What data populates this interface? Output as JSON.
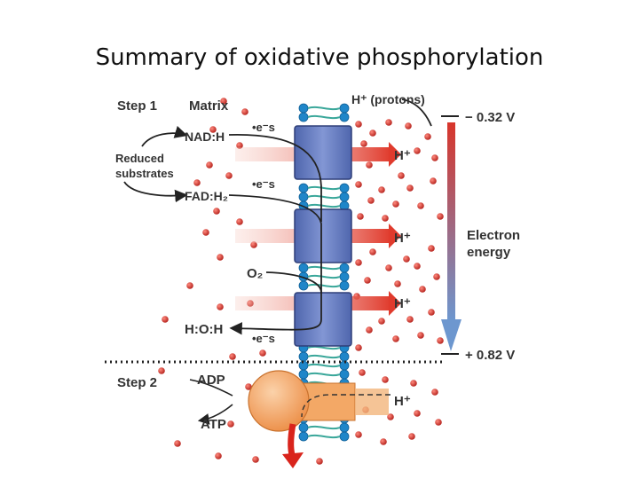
{
  "title": "Summary of oxidative phosphorylation",
  "labels": {
    "step1": "Step 1",
    "step2": "Step 2",
    "matrix": "Matrix",
    "protons": "H⁺ (protons)",
    "reduced_line1": "Reduced",
    "reduced_line2": "substrates",
    "nad": "NAD:H",
    "fad": "FAD:H₂",
    "electron1": "•e⁻s",
    "electron2": "•e⁻s",
    "electron3": "•e⁻s",
    "hplus1": "H⁺",
    "hplus2": "H⁺",
    "hplus3": "H⁺",
    "hplus4": "H⁺",
    "o2": "O₂",
    "water": "H:O:H",
    "electron_energy_line1": "Electron",
    "electron_energy_line2": "energy",
    "potential_top": "− 0.32 V",
    "potential_bottom": "+ 0.82 V",
    "adp": "ADP",
    "atp": "ATP"
  },
  "colors": {
    "complex": "#6f84c6",
    "complex_dark": "#3c4f8e",
    "lipid_head": "#1f86c9",
    "lipid_tail": "#3aa79a",
    "proton": "#cc2a22",
    "proton_arrow": "#e03b2d",
    "synthase": "#f2a05a",
    "energy_top": "#d8352b",
    "energy_bottom": "#6d97cf"
  }
}
